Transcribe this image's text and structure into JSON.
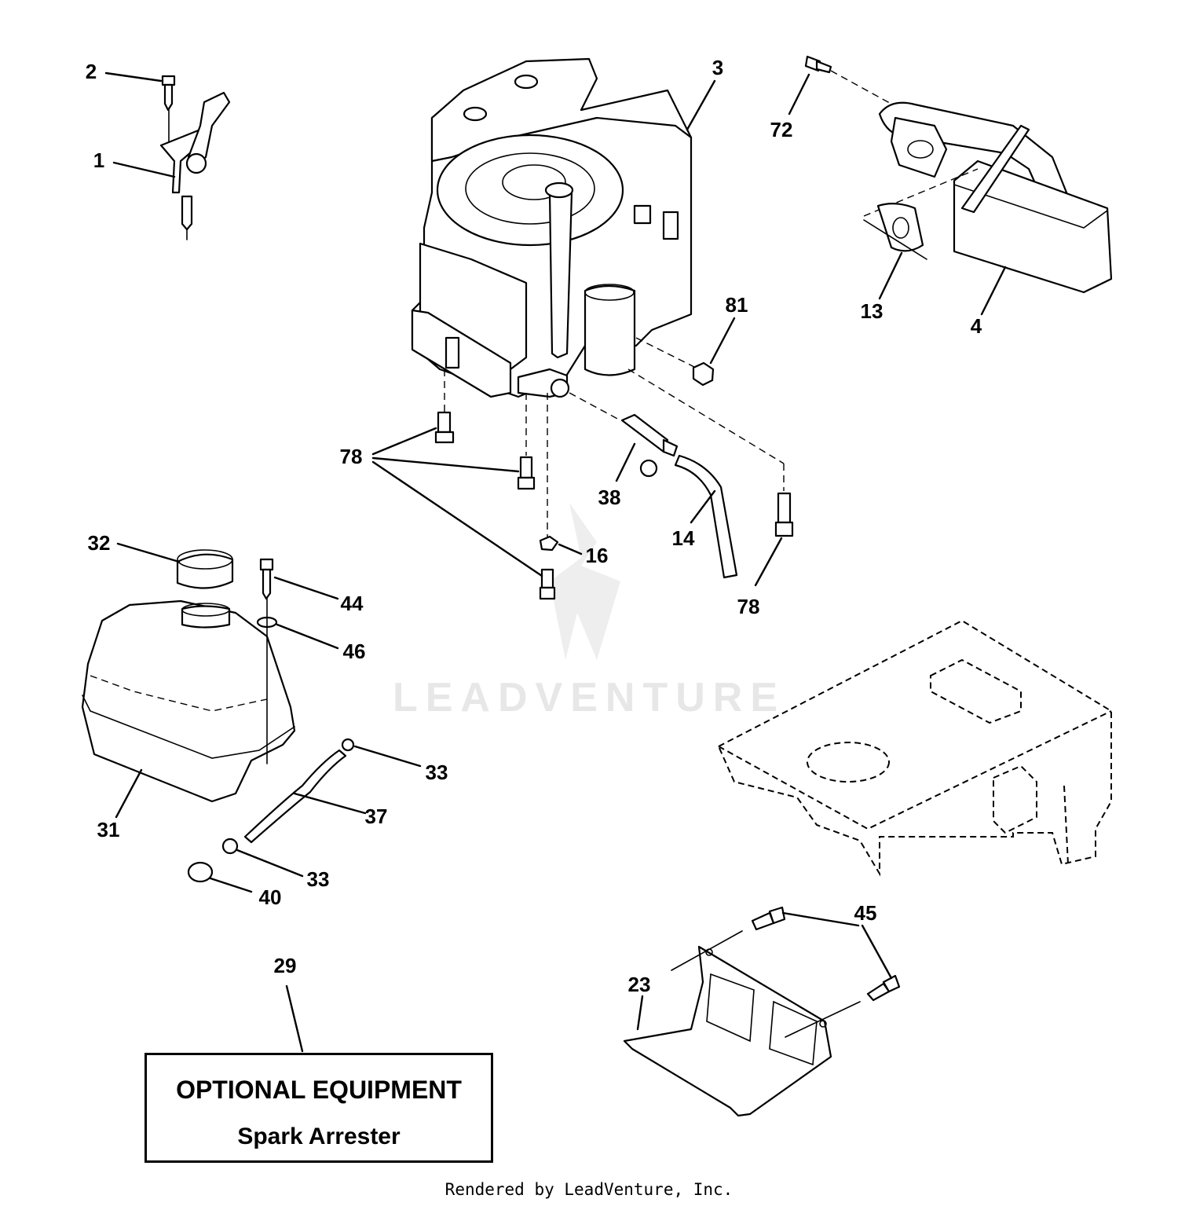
{
  "callouts": {
    "c1": "1",
    "c2": "2",
    "c3": "3",
    "c4": "4",
    "c13": "13",
    "c14": "14",
    "c16": "16",
    "c23": "23",
    "c29": "29",
    "c31": "31",
    "c32": "32",
    "c33a": "33",
    "c33b": "33",
    "c37": "37",
    "c38": "38",
    "c40": "40",
    "c44": "44",
    "c45": "45",
    "c46": "46",
    "c72": "72",
    "c78a": "78",
    "c78b": "78",
    "c81": "81"
  },
  "optional_box": {
    "title": "OPTIONAL EQUIPMENT",
    "subtitle": "Spark Arrester"
  },
  "watermark": "LEADVENTURE",
  "footer": "Rendered by LeadVenture, Inc."
}
